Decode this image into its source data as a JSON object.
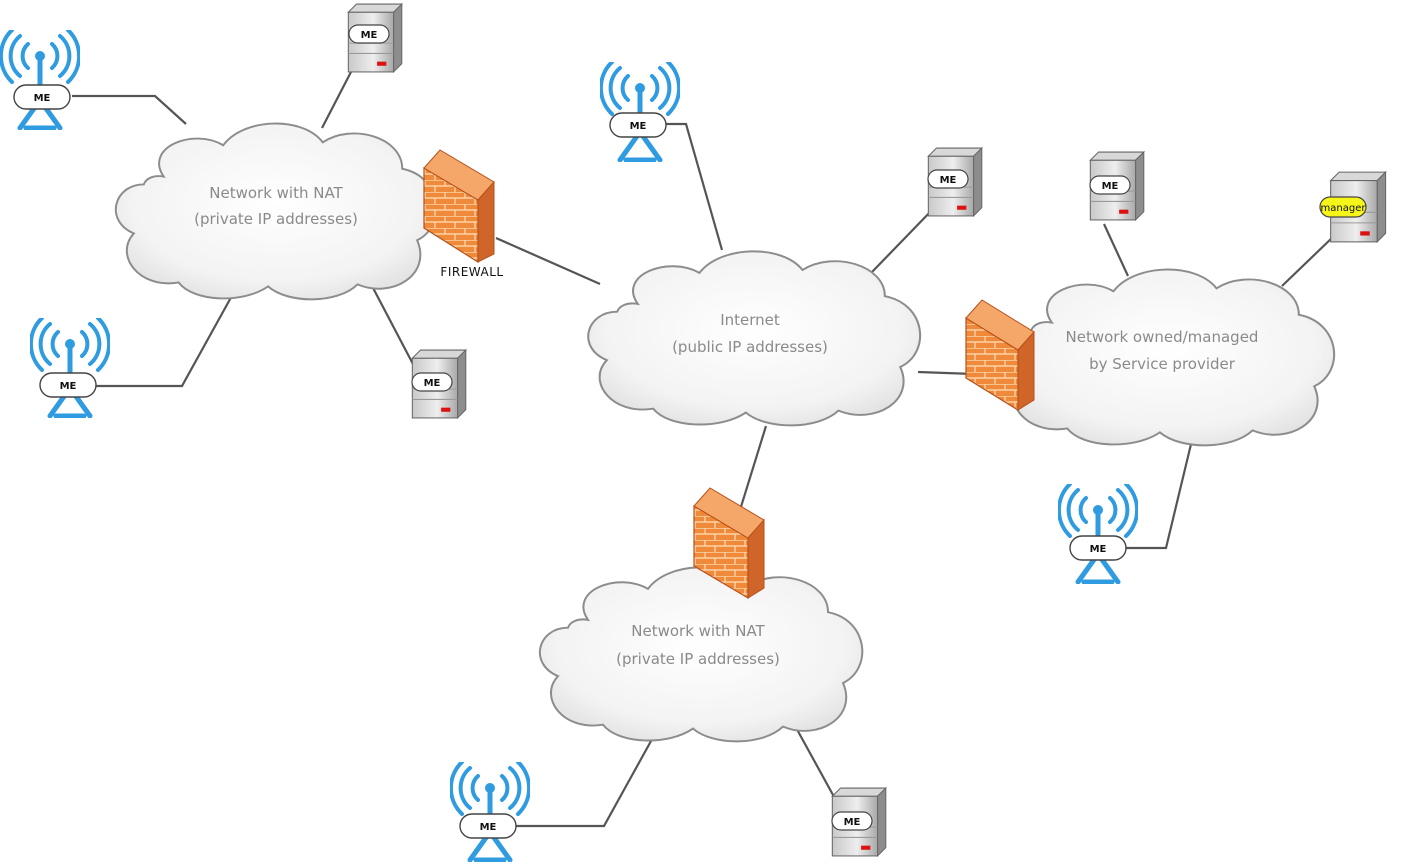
{
  "clouds": {
    "nat_left": {
      "line1": "Network with NAT",
      "line2": "(private IP addresses)"
    },
    "internet": {
      "line1": "Internet",
      "line2": "(public IP addresses)"
    },
    "provider": {
      "line1": "Network owned/managed",
      "line2": "by Service provider"
    },
    "nat_bottom": {
      "line1": "Network with NAT",
      "line2": "(private IP addresses)"
    }
  },
  "firewall_label": "FIREWALL",
  "device_label": "ME",
  "manager_label": "manager",
  "colors": {
    "antenna": "#2f9be0",
    "firewall": "#e97a2c",
    "firewall_dark": "#c2561a",
    "manager_highlight": "#f5f51a",
    "cloud_stroke": "#8c8c8c",
    "link": "#555555"
  }
}
